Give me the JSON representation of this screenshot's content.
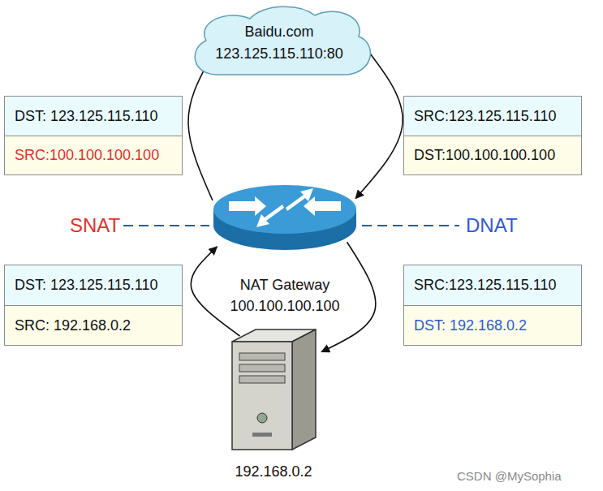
{
  "diagram": {
    "nodes": [
      {
        "text": [
          "Baidu.com",
          "123.125.115.110:80"
        ]
      },
      {
        "text": [
          "DST: 123.125.115.110",
          "SRC:100.100.100.100"
        ]
      },
      {
        "text": [
          "SRC:123.125.115.110",
          "DST:100.100.100.100"
        ]
      },
      {
        "text": [
          "NAT Gateway",
          "100.100.100.100"
        ]
      },
      {
        "text": [
          "DST: 123.125.115.110",
          "SRC: 192.168.0.2"
        ]
      },
      {
        "text": [
          "SRC:123.125.115.110",
          "DST: 192.168.0.2"
        ]
      },
      {
        "text": [
          "192.168.0.2"
        ]
      }
    ],
    "edges": [
      {
        "from": 6,
        "to": 3,
        "arrow": "to"
      },
      {
        "from": 3,
        "to": 0,
        "arrow": "to"
      },
      {
        "from": 0,
        "to": 3,
        "arrow": "to"
      },
      {
        "from": 3,
        "to": 6,
        "arrow": "to"
      }
    ],
    "labels": [
      "SNAT",
      "DNAT",
      "CSDN @MySophia"
    ]
  }
}
